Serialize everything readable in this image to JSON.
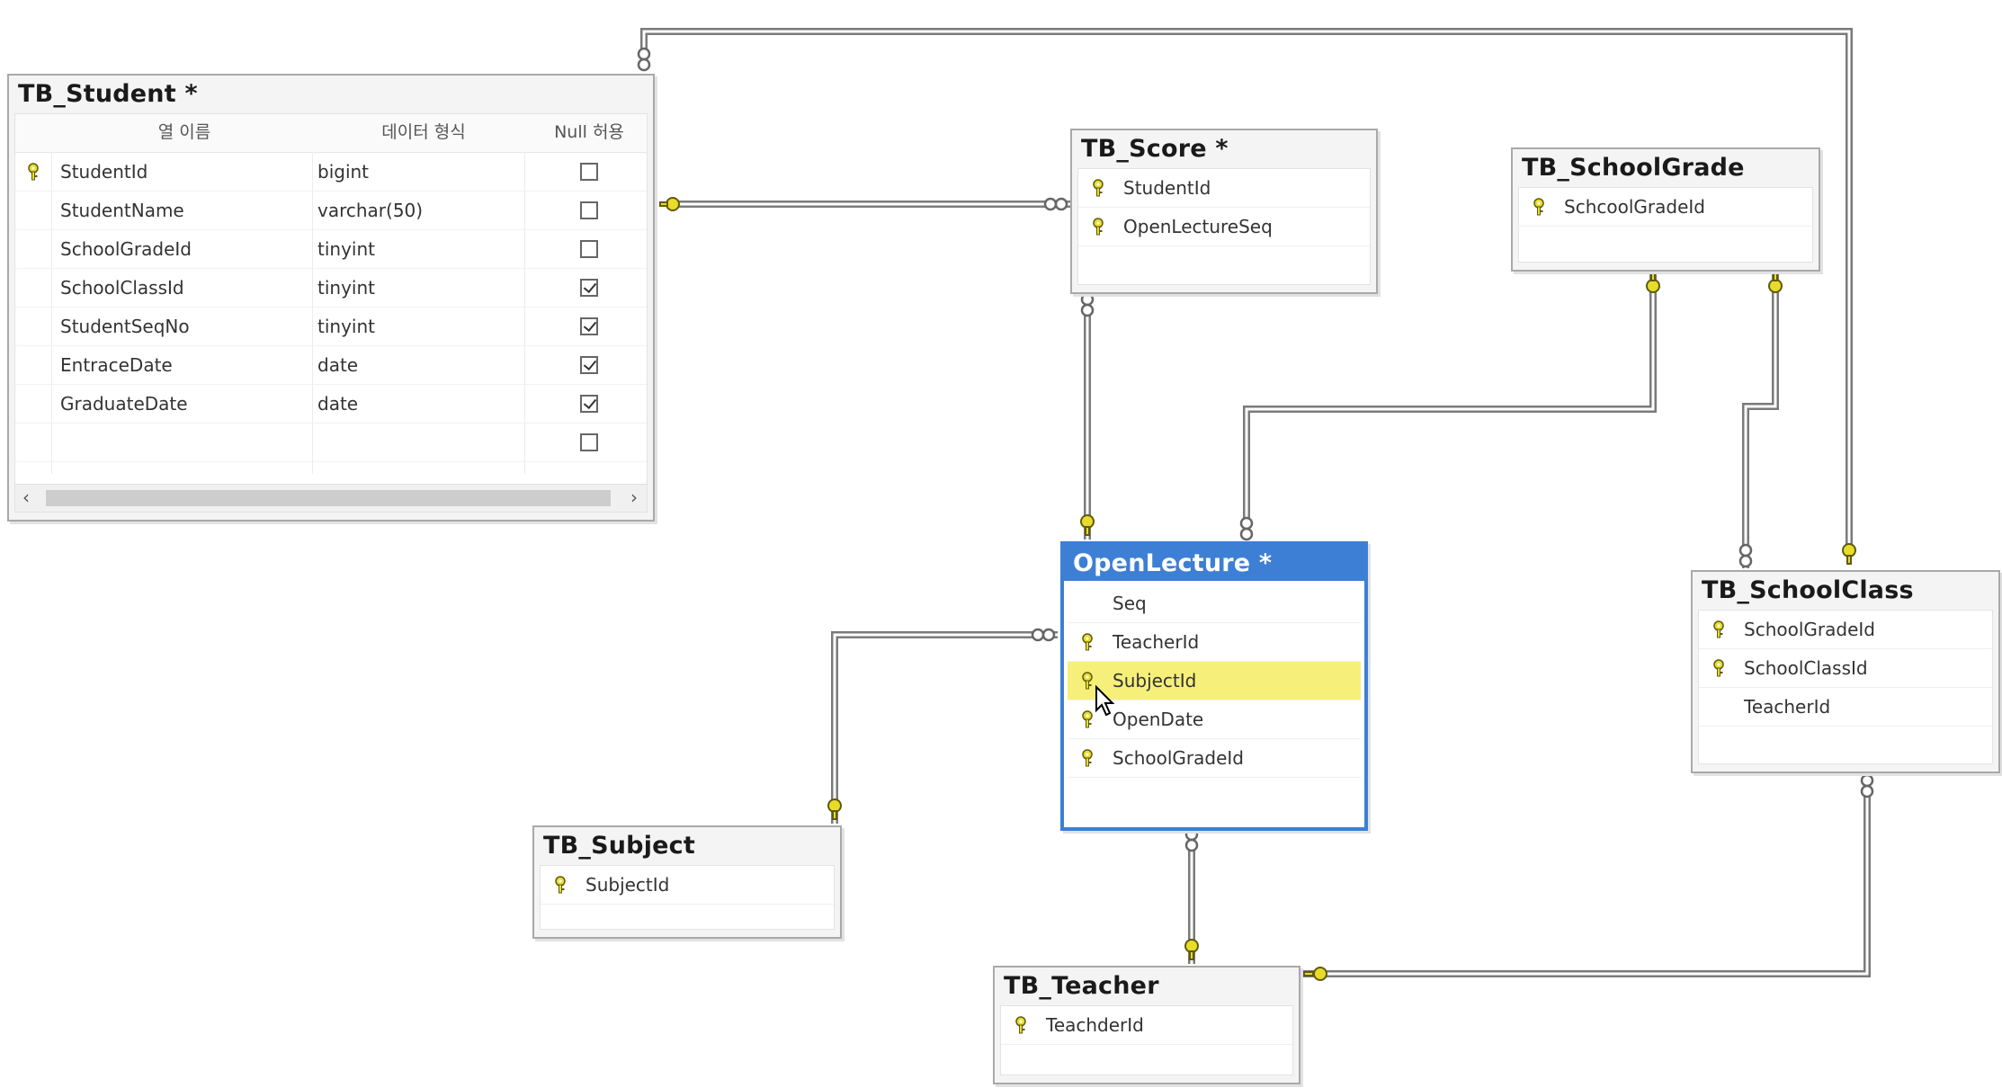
{
  "colors": {
    "key": "#e8dc2a",
    "line": "#7a7a7a",
    "selected": "#3d7fd4",
    "highlight": "#f6f07a"
  },
  "tables": {
    "student": {
      "title": "TB_Student *",
      "headers": {
        "name": "열 이름",
        "type": "데이터 형식",
        "null": "Null 허용"
      },
      "rows": [
        {
          "name": "StudentId",
          "type": "bigint",
          "pk": true,
          "nullable": false
        },
        {
          "name": "StudentName",
          "type": "varchar(50)",
          "pk": false,
          "nullable": false
        },
        {
          "name": "SchoolGradeId",
          "type": "tinyint",
          "pk": false,
          "nullable": false
        },
        {
          "name": "SchoolClassId",
          "type": "tinyint",
          "pk": false,
          "nullable": true
        },
        {
          "name": "StudentSeqNo",
          "type": "tinyint",
          "pk": false,
          "nullable": true
        },
        {
          "name": "EntraceDate",
          "type": "date",
          "pk": false,
          "nullable": true
        },
        {
          "name": "GraduateDate",
          "type": "date",
          "pk": false,
          "nullable": true
        },
        {
          "name": "",
          "type": "",
          "pk": false,
          "nullable": false
        }
      ],
      "scroll_left": "‹",
      "scroll_right": "›"
    },
    "score": {
      "title": "TB_Score *",
      "columns": [
        {
          "name": "StudentId",
          "pk": true
        },
        {
          "name": "OpenLectureSeq",
          "pk": true
        }
      ]
    },
    "schoolgrade": {
      "title": "TB_SchoolGrade",
      "columns": [
        {
          "name": "SchcoolGradeId",
          "pk": true
        }
      ]
    },
    "openlecture": {
      "title": "OpenLecture *",
      "columns": [
        {
          "name": "Seq",
          "pk": false
        },
        {
          "name": "TeacherId",
          "pk": true
        },
        {
          "name": "SubjectId",
          "pk": true
        },
        {
          "name": "OpenDate",
          "pk": true
        },
        {
          "name": "SchoolGradeId",
          "pk": true
        }
      ]
    },
    "schoolclass": {
      "title": "TB_SchoolClass",
      "columns": [
        {
          "name": "SchoolGradeId",
          "pk": true
        },
        {
          "name": "SchoolClassId",
          "pk": true
        },
        {
          "name": "TeacherId",
          "pk": false
        }
      ]
    },
    "subject": {
      "title": "TB_Subject",
      "columns": [
        {
          "name": "SubjectId",
          "pk": true
        }
      ]
    },
    "teacher": {
      "title": "TB_Teacher",
      "columns": [
        {
          "name": "TeachderId",
          "pk": true
        }
      ]
    }
  }
}
